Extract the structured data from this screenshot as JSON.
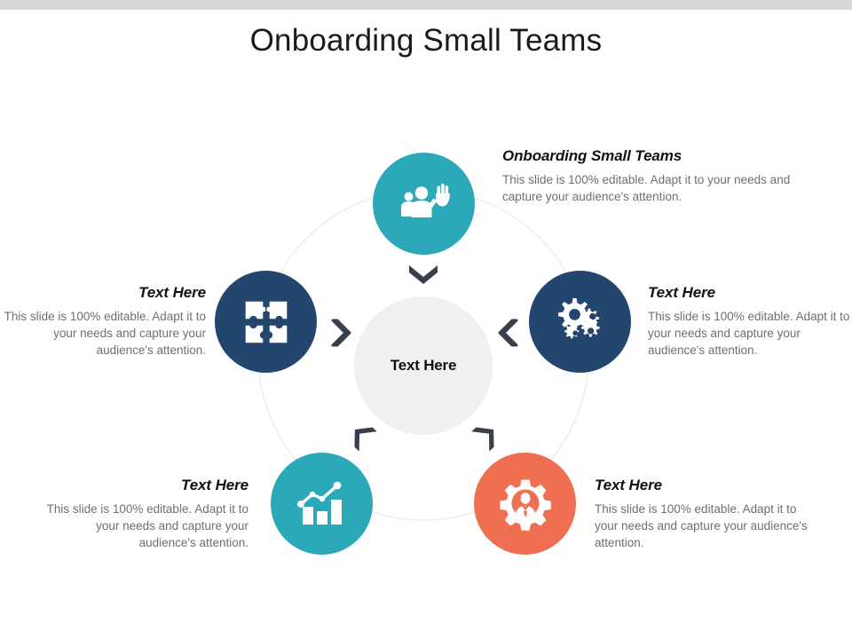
{
  "page_title": "Onboarding Small Teams",
  "theme": {
    "teal": "#2BA9B8",
    "navy": "#23466E",
    "orange": "#EF6F52",
    "center_fill": "#F0F0F0",
    "ring_stroke": "#EDEDED",
    "chevron": "#3A3F4D",
    "top_bar": "#D7D7D7",
    "body_text": "#6F6F6F",
    "title_text": "#111111"
  },
  "center": {
    "label": "Text Here"
  },
  "blocks": {
    "top_right": {
      "title": "Onboarding Small Teams",
      "body": "This slide is 100% editable. Adapt it to your needs and capture your audience's attention.",
      "align": "left"
    },
    "right": {
      "title": "Text Here",
      "body": "This slide is 100% editable. Adapt it to your needs and capture your audience's attention.",
      "align": "left"
    },
    "left": {
      "title": "Text Here",
      "body": "This slide is 100% editable. Adapt it to your needs and capture your audience's attention.",
      "align": "right"
    },
    "bottom_left": {
      "title": "Text Here",
      "body": "This slide is 100% editable. Adapt it to your needs and capture your audience's attention.",
      "align": "right"
    },
    "bottom_right": {
      "title": "Text Here",
      "body": "This slide is 100% editable. Adapt it to your needs and capture your audience's attention.",
      "align": "left"
    }
  },
  "nodes": [
    {
      "id": "top",
      "icon": "person-raised-hand-icon",
      "color": "#2BA9B8"
    },
    {
      "id": "right",
      "icon": "gears-icon",
      "color": "#23466E"
    },
    {
      "id": "left",
      "icon": "puzzle-icon",
      "color": "#23466E"
    },
    {
      "id": "bottom_left",
      "icon": "bar-chart-growth-icon",
      "color": "#2BA9B8"
    },
    {
      "id": "bottom_right",
      "icon": "gear-person-icon",
      "color": "#EF6F52"
    }
  ],
  "connectors": [
    {
      "id": "top-chevron",
      "icon": "chevron-down-icon"
    },
    {
      "id": "left-chevron",
      "icon": "chevron-right-icon"
    },
    {
      "id": "right-chevron",
      "icon": "chevron-left-icon"
    },
    {
      "id": "bottom-left-chevron",
      "icon": "chevron-up-right-icon"
    },
    {
      "id": "bottom-right-chevron",
      "icon": "chevron-up-left-icon"
    }
  ]
}
